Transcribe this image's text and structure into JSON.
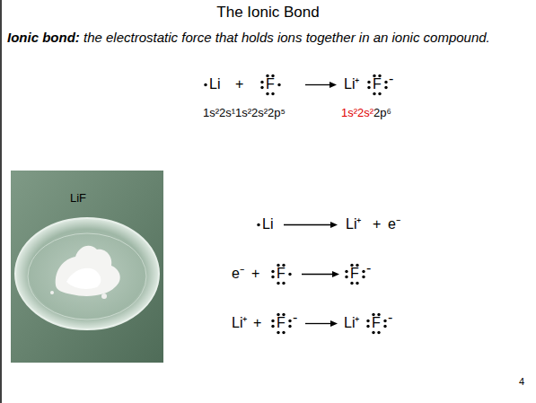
{
  "diagram": {
    "title": "The Ionic Bond",
    "labels": [
      "Ionic bond:",
      "the electrostatic force that holds ions together in an ionic compound.",
      "Li",
      "+",
      "F",
      "Li⁺",
      "F",
      "-",
      "1s²2s¹",
      "1s²2s²2p⁵",
      "1s²2s²",
      "2p⁶",
      "Li",
      "Li⁺",
      "+",
      "e⁻",
      "e⁻",
      "+",
      "F",
      "F",
      "-",
      "Li⁺",
      "+",
      "F",
      "-",
      "Li⁺",
      "F",
      "-",
      "LiF",
      "4"
    ]
  }
}
